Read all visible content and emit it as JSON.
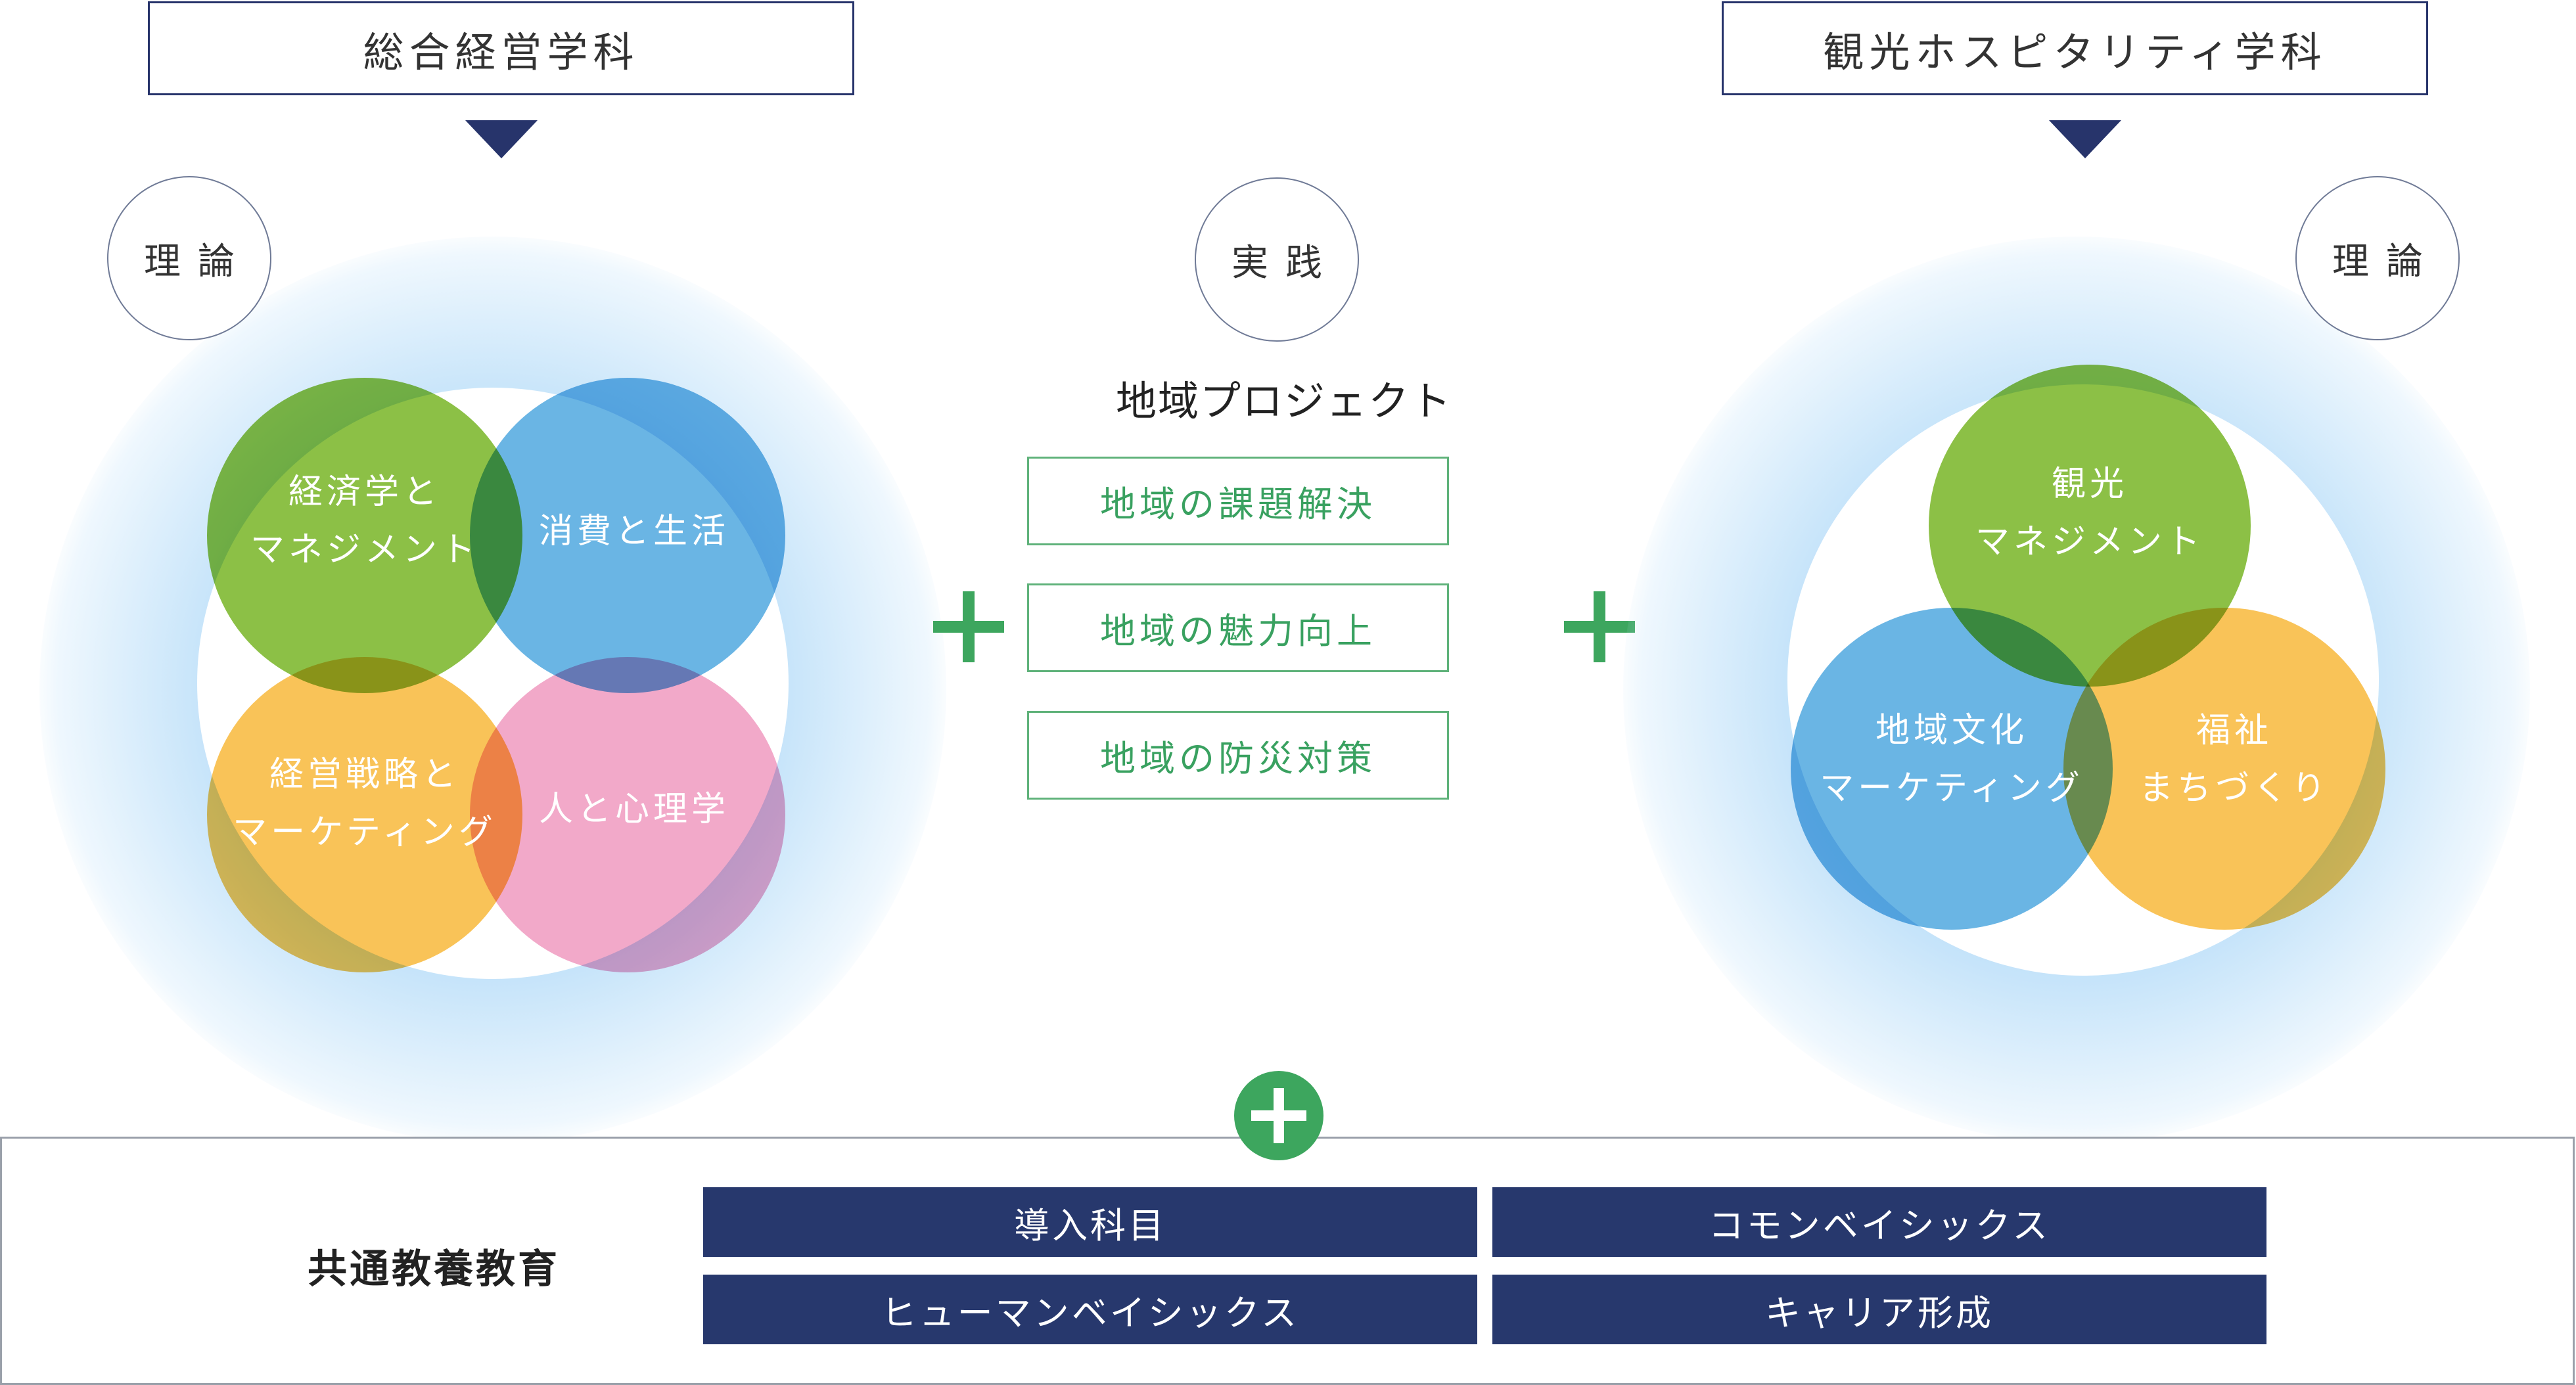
{
  "departments": {
    "left": {
      "title": "総合経営学科",
      "theory_label": "理論"
    },
    "right": {
      "title": "観光ホスピタリティ学科",
      "theory_label": "理論"
    }
  },
  "left_venn": {
    "circles": [
      {
        "label_line1": "経済学と",
        "label_line2": "マネジメント",
        "color": "#8cc046"
      },
      {
        "label_line1": "消費と生活",
        "label_line2": "",
        "color": "#6ab5e4"
      },
      {
        "label_line1": "経営戦略と",
        "label_line2": "マーケティング",
        "color": "#f9c358"
      },
      {
        "label_line1": "人と心理学",
        "label_line2": "",
        "color": "#f2a9c9"
      }
    ]
  },
  "right_venn": {
    "circles": [
      {
        "label_line1": "観光",
        "label_line2": "マネジメント",
        "color": "#8cc046"
      },
      {
        "label_line1": "地域文化",
        "label_line2": "マーケティング",
        "color": "#6ab5e4"
      },
      {
        "label_line1": "福祉",
        "label_line2": "まちづくり",
        "color": "#f9c358"
      }
    ]
  },
  "practice": {
    "label": "実践",
    "title": "地域プロジェクト",
    "items": [
      "地域の課題解決",
      "地域の魅力向上",
      "地域の防災対策"
    ]
  },
  "common_education": {
    "label": "共通教養教育",
    "items": [
      "導入科目",
      "コモンベイシックス",
      "ヒューマンベイシックス",
      "キャリア形成"
    ]
  },
  "colors": {
    "navy": "#27386d",
    "accent_green": "#3da65e"
  },
  "icons": {
    "plus": "plus-icon",
    "arrow": "triangle-down-icon"
  }
}
